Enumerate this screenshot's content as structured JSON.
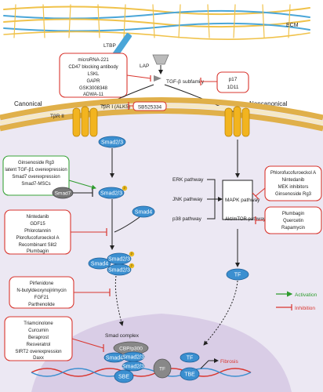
{
  "labels": {
    "ecm": "ECM",
    "ltbp": "LTBP",
    "lap": "LAP",
    "tgf_subfamily": "TGF-β subfamily",
    "canonical": "Canonical",
    "noncanonical": "Noncanonical",
    "tbr2": "TβR II",
    "tbr1": "TβR Ⅰ (ALK5)",
    "smad_complex": "Smad complex",
    "fibrosis": "Fibrosis"
  },
  "nodes": {
    "smad23": "Smad2/3",
    "smad4": "Smad4",
    "smad7": "Smad7",
    "tf": "TF",
    "cbp": "CBP/p300",
    "sbe": "SBE",
    "tbe": "TBE"
  },
  "pathways": {
    "erk": "ERK pathway",
    "jnk": "JNK pathway",
    "p38": "p38 pathway",
    "mapk": "MAPK pathway",
    "akt": "Akt/mTOR pathway"
  },
  "activators": [
    "Ginsenoside Rg3",
    "latent TGF-β1 overexpression",
    "Smad7 overexpression",
    "Smad7-MSCs"
  ],
  "inhibitors": {
    "ligand": [
      "microRNA-221",
      "CD47 blocking antibody",
      "LSKL",
      "GAPR",
      "GSK3008348",
      "ADWA-11"
    ],
    "tgf": [
      "p17",
      "1D11"
    ],
    "receptor": [
      "SB525334"
    ],
    "smad": [
      "Nintedanib",
      "GDF15",
      "Phlorotannin",
      "Plorofucofuroeckol A",
      "Recombinant Slit2",
      "Plumbagin"
    ],
    "nuclear": [
      "Pirfenidone",
      "N-butyldeoxynojirimycin",
      "FGF21",
      "Parthenolide"
    ],
    "mapk": [
      "Phlorofucofuroeckol A",
      "Nintedanib",
      "MEK inhibitors",
      "Ginsenoside Rg3"
    ],
    "akt": [
      "Plumbagin",
      "Quercetin",
      "Rapamycin"
    ],
    "nucleus": [
      "Triamcinolone",
      "Curcumin",
      "Beraprost",
      "Resveratrol",
      "SIRT2 overexpression",
      "Daxx"
    ]
  },
  "legend": {
    "activation": "Activation",
    "inhibition": "Inhibition"
  },
  "colors": {
    "activation": "#2e9c2e",
    "inhibition": "#d9362f",
    "smad": "#3b8fd0",
    "receptor": "#f2b41f"
  }
}
